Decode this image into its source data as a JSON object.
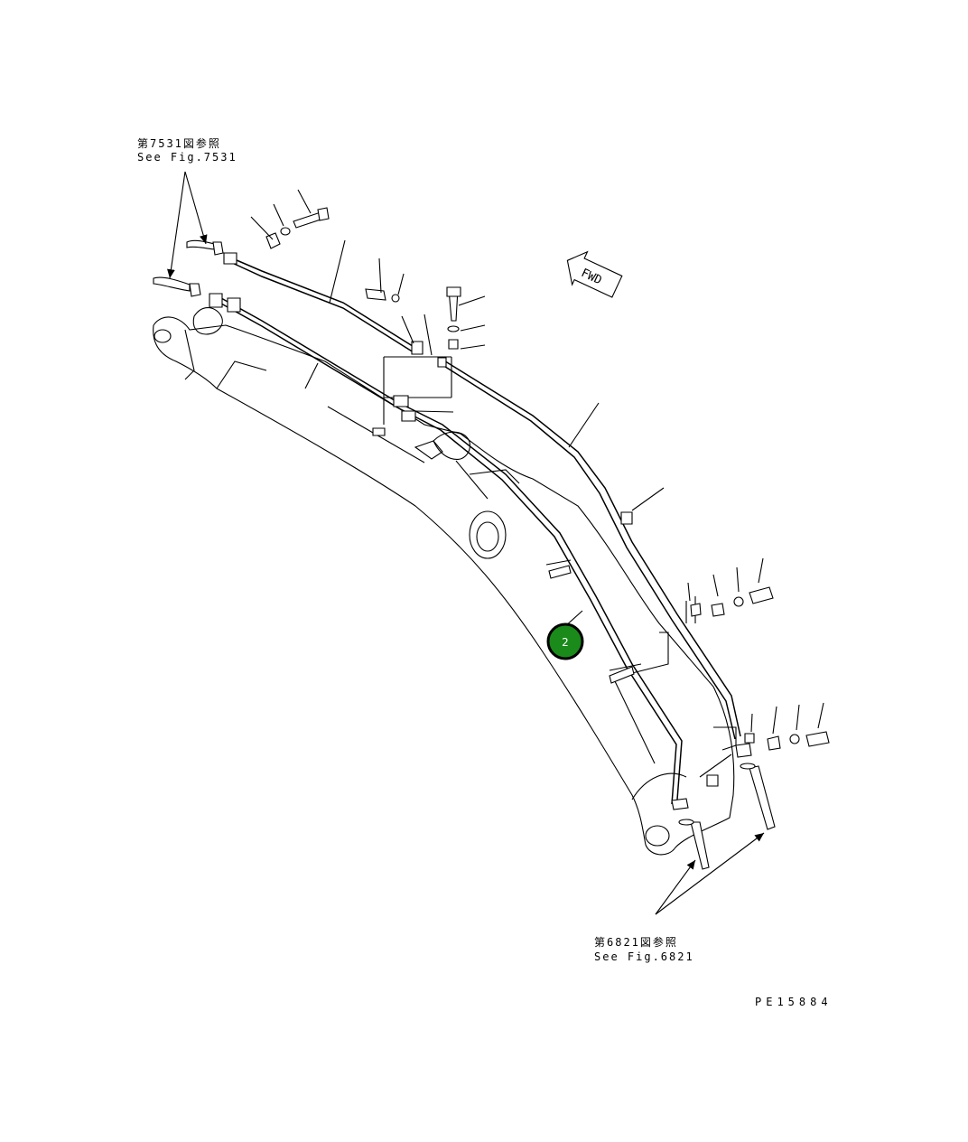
{
  "refs": {
    "top_jp": "第7531図参照",
    "top_en": "See Fig.7531",
    "bottom_jp": "第6821図参照",
    "bottom_en": "See Fig.6821"
  },
  "fwd_label": "FWD",
  "drawing_code": "PE15884",
  "callouts": [
    {
      "number": "2",
      "color": "#1a8a1a"
    }
  ]
}
